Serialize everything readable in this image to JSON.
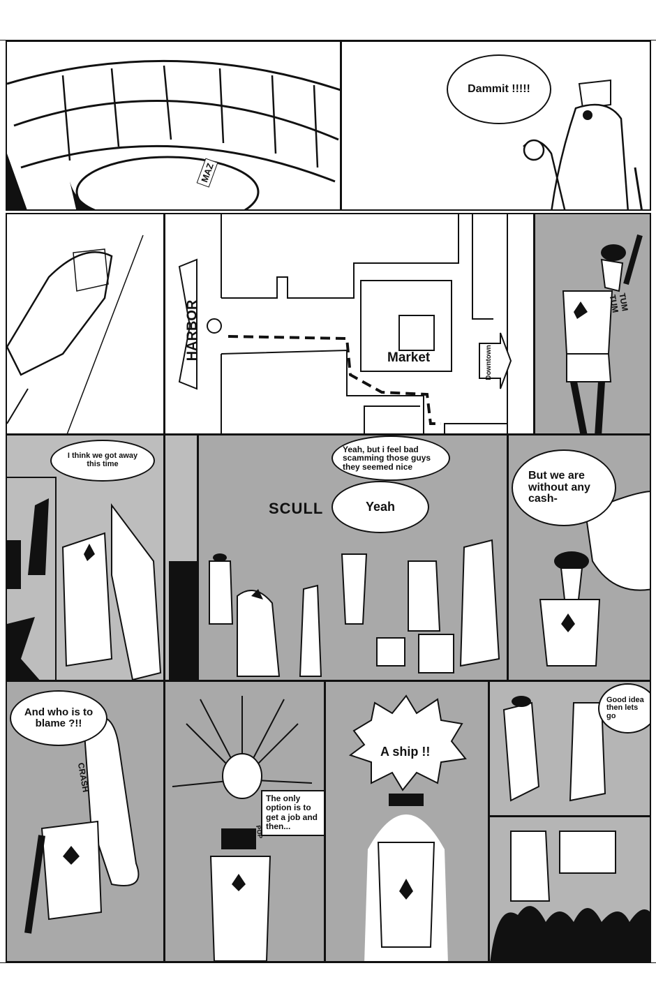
{
  "page": {
    "colors": {
      "ink": "#111111",
      "tone": "#a9a9a9",
      "paper": "#ffffff"
    }
  },
  "row1": {
    "sign": "MAZ",
    "dialogue": "Dammit !!!!!"
  },
  "row2": {
    "map": {
      "harbor": "HARBOR",
      "market": "Market",
      "downtown": "Downtown"
    },
    "sfx": "TUM TUM"
  },
  "row3": {
    "dialogue1": "I think we got away this time",
    "dialogue2": "Yeah, but i feel bad scamming those guys they seemed nice",
    "dialogue3": "Yeah",
    "sign": "SCULL",
    "dialogue4": "But we are without any cash-"
  },
  "row4": {
    "dialogue1": "And who is to blame ?!!",
    "sfx_crash": "CRASH",
    "sfx_pop": "POP",
    "dialogue2": "The only option is to get a job and then...",
    "dialogue3": "A ship !!",
    "dialogue4": "Good idea then lets go"
  }
}
